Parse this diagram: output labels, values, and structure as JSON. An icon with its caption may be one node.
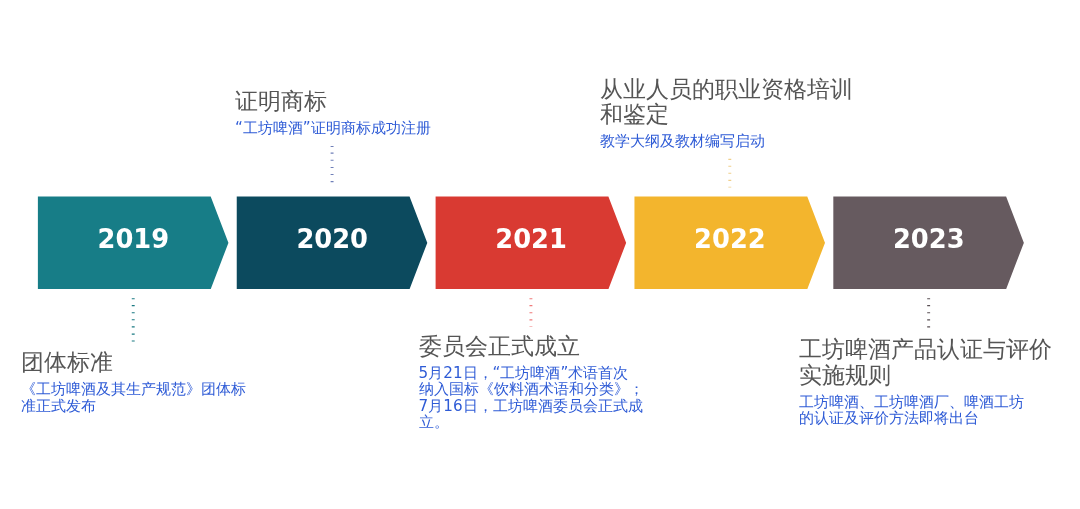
{
  "diagram": {
    "nodes": [
      {
        "text": [
          "2019"
        ]
      },
      {
        "text": [
          "团体标准",
          "《工坊啤酒及其生产规范》团体标准正式发布"
        ]
      },
      {
        "text": [
          "2020"
        ]
      },
      {
        "text": [
          "证明商标",
          "“工坊啤酒”证明商标成功注册"
        ]
      },
      {
        "text": [
          "2021"
        ]
      },
      {
        "text": [
          "委员会正式成立",
          "5月21日，“工坊啤酒”术语首次纳入国标《饮料酒术语和分类》；7月16日，工坊啤酒委员会正式成立。"
        ]
      },
      {
        "text": [
          "2022"
        ]
      },
      {
        "text": [
          "从业人员的职业资格培训和鉴定",
          "教学大纲及教材编写启动"
        ]
      },
      {
        "text": [
          "2023"
        ]
      },
      {
        "text": [
          "工坊啤酒产品认证与评价实施规则",
          "工坊啤酒、工坊啤酒厂、啤酒工坊的认证及评价方法即将出台"
        ]
      }
    ],
    "edges": [
      {
        "from": 0,
        "to": 1,
        "arrow": "none",
        "style": "dashed",
        "color": "#1a7a82"
      },
      {
        "from": 3,
        "to": 2,
        "arrow": "none",
        "style": "dashed",
        "color": "#6f7fb8"
      },
      {
        "from": 4,
        "to": 5,
        "arrow": "none",
        "style": "dashed",
        "color": "#f07a7a"
      },
      {
        "from": 7,
        "to": 6,
        "arrow": "none",
        "style": "dashed",
        "color": "#f0cf8a"
      },
      {
        "from": 8,
        "to": 9,
        "arrow": "none",
        "style": "dashed",
        "color": "#5a5055"
      }
    ]
  }
}
